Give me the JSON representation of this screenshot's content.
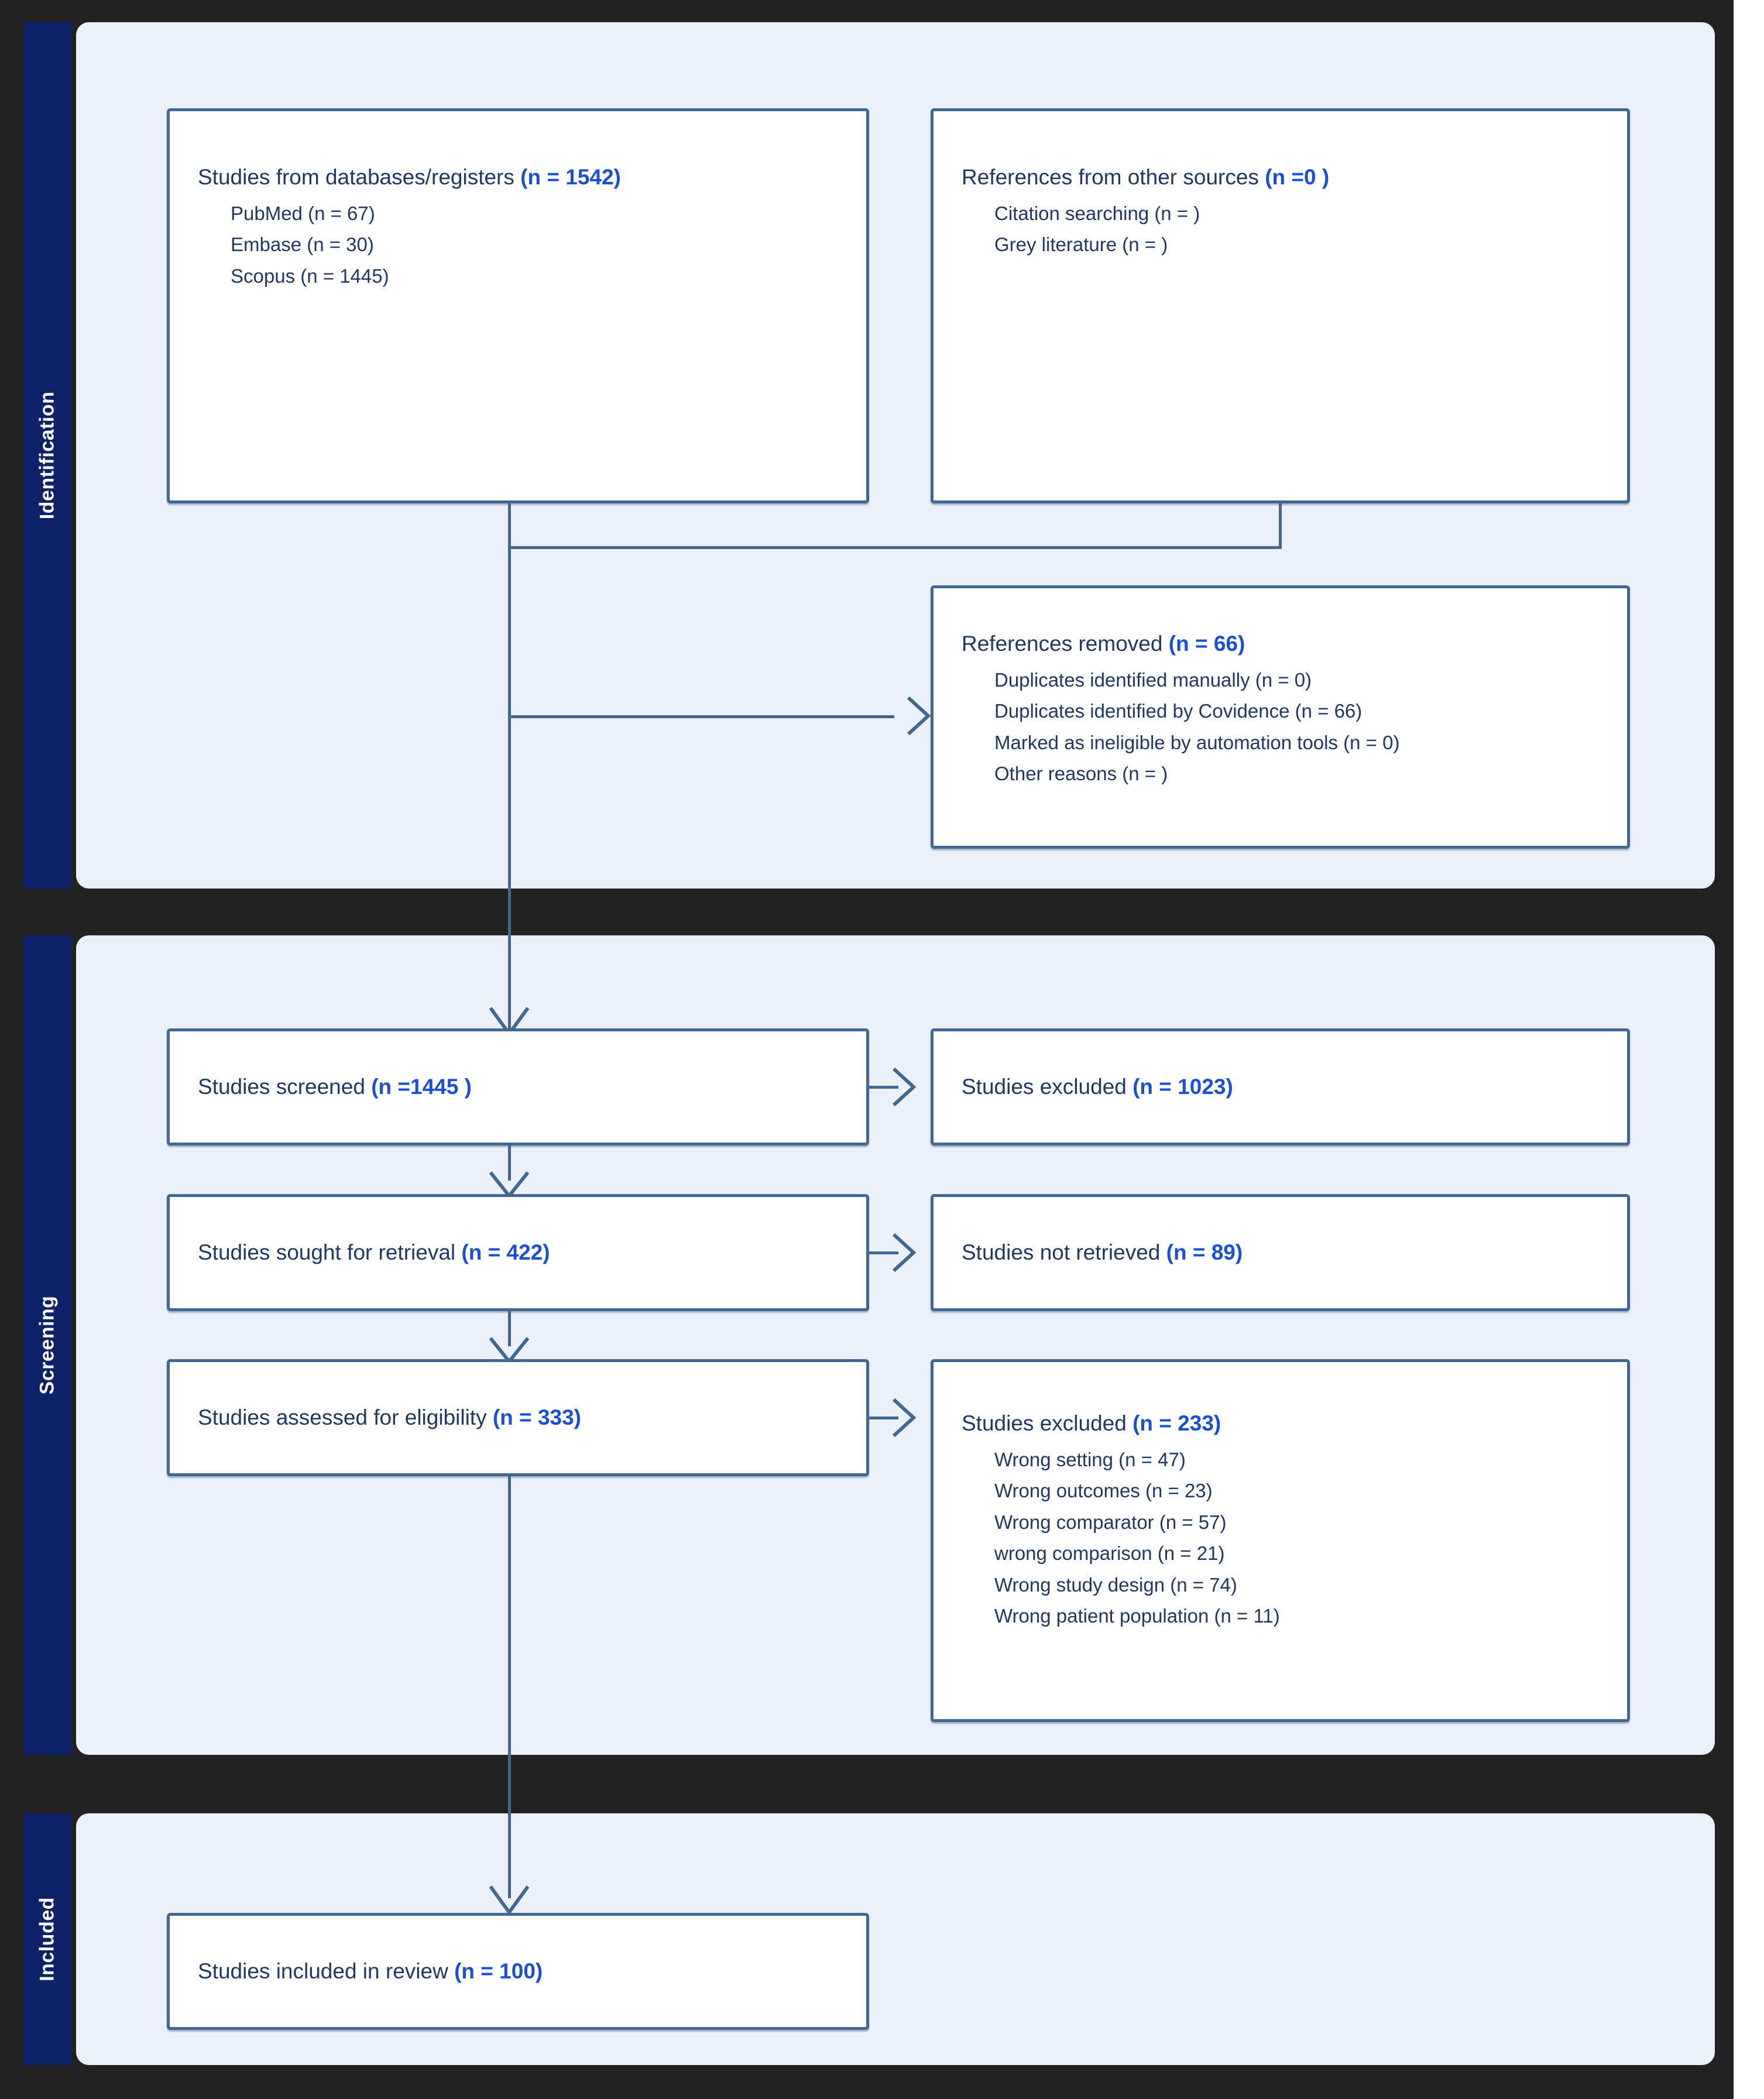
{
  "diagram": {
    "type": "prisma-flow-diagram",
    "colors": {
      "sidebar": "#0d2268",
      "panel": "#eaf1fb",
      "frame": "#222222",
      "box_border": "#42688f",
      "label_text": "#1f3864",
      "count_text": "#1a4fd6"
    }
  },
  "phases": [
    {
      "key": "identification",
      "label": "Identification"
    },
    {
      "key": "screening",
      "label": "Screening"
    },
    {
      "key": "included",
      "label": "Included"
    }
  ],
  "boxes": {
    "databases": {
      "title_text": "Studies from databases/registers ",
      "title_count": "(n = 1542)",
      "items": [
        "PubMed (n = 67)",
        "Embase (n = 30)",
        "Scopus (n = 1445)"
      ]
    },
    "other_sources": {
      "title_text": "References from other sources ",
      "title_count": "(n =0 )",
      "items": [
        "Citation searching (n = )",
        "Grey literature (n = )"
      ]
    },
    "references_removed": {
      "title_text": "References removed ",
      "title_count": "(n = 66)",
      "items": [
        "Duplicates identified manually (n = 0)",
        "Duplicates identified by Covidence (n = 66)",
        "Marked as ineligible by automation tools (n = 0)",
        "Other reasons (n = )"
      ]
    },
    "screened": {
      "title_text": "Studies screened ",
      "title_count": "(n =1445 )"
    },
    "screened_excluded": {
      "title_text": "Studies excluded ",
      "title_count": "(n = 1023)"
    },
    "sought": {
      "title_text": "Studies sought for retrieval ",
      "title_count": "(n = 422)"
    },
    "not_retrieved": {
      "title_text": "Studies not retrieved ",
      "title_count": "(n = 89)"
    },
    "eligibility": {
      "title_text": "Studies assessed for eligibility ",
      "title_count": "(n = 333)"
    },
    "eligibility_excluded": {
      "title_text": "Studies excluded ",
      "title_count": "(n = 233)",
      "items": [
        "Wrong setting (n = 47)",
        "Wrong outcomes (n = 23)",
        "Wrong comparator (n = 57)",
        "wrong comparison (n = 21)",
        "Wrong study design (n = 74)",
        "Wrong patient population (n = 11)"
      ]
    },
    "included": {
      "title_text": "Studies included in review ",
      "title_count": "(n = 100)"
    }
  }
}
